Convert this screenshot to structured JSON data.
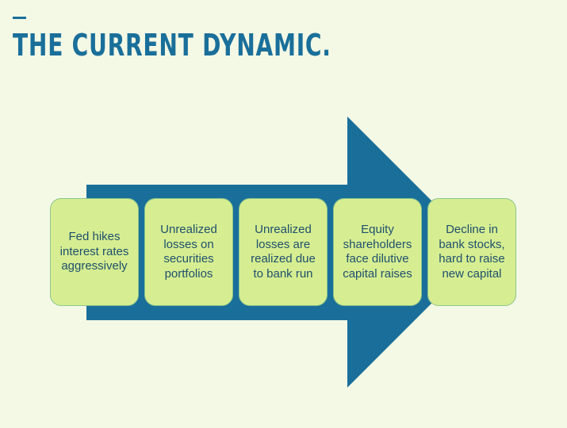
{
  "title": "THE CURRENT DYNAMIC.",
  "colors": {
    "background": "#f4f9e6",
    "arrow": "#1a6f9a",
    "box_fill": "#d6ee91",
    "box_border": "#8cc48a",
    "box_text": "#1f4f6e"
  },
  "steps": [
    {
      "text": "Fed hikes interest rates aggressively"
    },
    {
      "text": "Unrealized losses on securities portfolios"
    },
    {
      "text": "Unrealized losses are realized due to bank run"
    },
    {
      "text": "Equity shareholders face dilutive capital raises"
    },
    {
      "text": "Decline in bank stocks, hard to raise new capital"
    }
  ]
}
